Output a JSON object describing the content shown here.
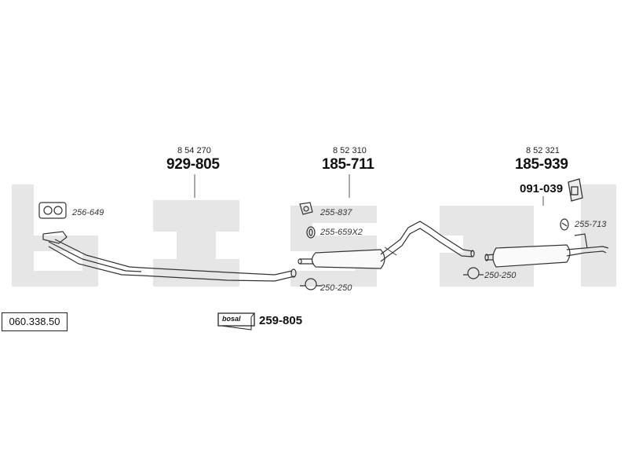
{
  "watermark": "bosal",
  "reference_number": "060.338.50",
  "sections": [
    {
      "oem": "8 54 270",
      "part": "929-805"
    },
    {
      "oem": "8 52 310",
      "part": "185-711"
    },
    {
      "oem": "8 52 321",
      "part": "185-939"
    }
  ],
  "bracket_part": "091-039",
  "accessories": [
    {
      "code": "256-649"
    },
    {
      "code": "255-837"
    },
    {
      "code": "255-659X2"
    },
    {
      "code": "250-250"
    },
    {
      "code": "250-250"
    },
    {
      "code": "255-713"
    }
  ],
  "kit": {
    "logo": "bosal",
    "part": "259-805"
  }
}
